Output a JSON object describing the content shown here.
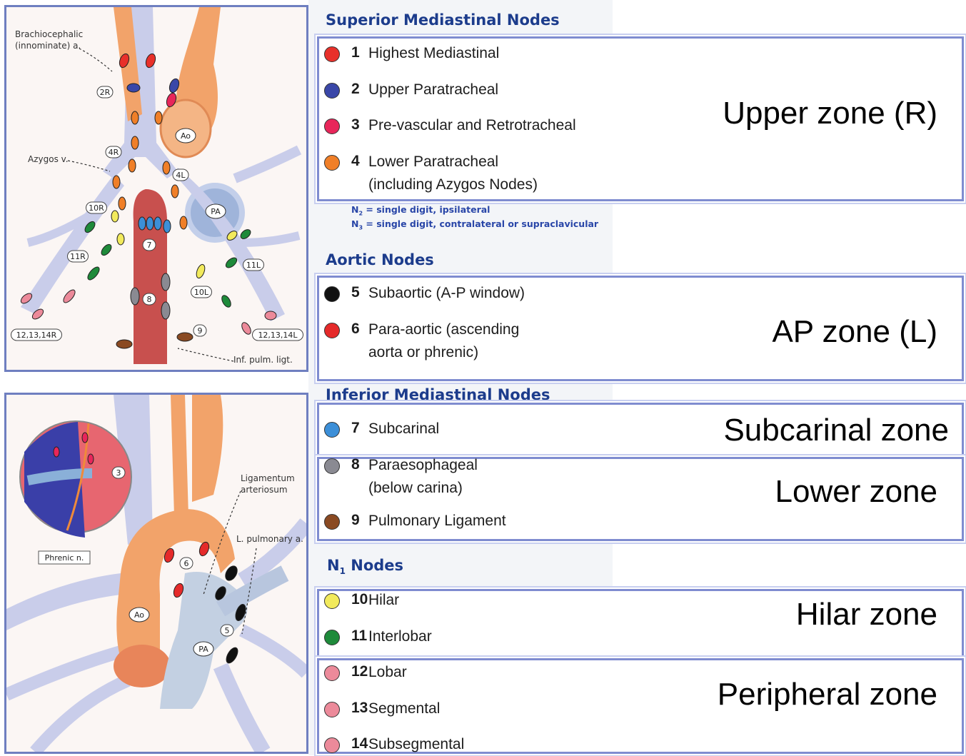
{
  "sections": {
    "superior": "Superior Mediastinal Nodes",
    "aortic": "Aortic Nodes",
    "inferior": "Inferior Mediastinal Nodes",
    "n1_prefix": "N",
    "n1_sub": "1",
    "n1_suffix": " Nodes"
  },
  "notes": {
    "n2_prefix": "N",
    "n2_sub": "2",
    "n2_text": " = single digit, ipsilateral",
    "n3_prefix": "N",
    "n3_sub": "3",
    "n3_text": " = single digit, contralateral or supraclavicular"
  },
  "zones": {
    "upper": "Upper zone (R)",
    "ap": "AP zone (L)",
    "subcarinal": "Subcarinal zone",
    "lower": "Lower zone",
    "hilar": "Hilar zone",
    "peripheral": "Peripheral zone"
  },
  "stations": [
    {
      "num": "1",
      "label": "Highest Mediastinal",
      "color": "#e8302a"
    },
    {
      "num": "2",
      "label": "Upper Paratracheal",
      "color": "#3a47a8"
    },
    {
      "num": "3",
      "label": "Pre-vascular and Retrotracheal",
      "color": "#e8265a"
    },
    {
      "num": "4",
      "label": "Lower Paratracheal\n(including Azygos Nodes)",
      "color": "#f07f28"
    },
    {
      "num": "5",
      "label": "Subaortic (A-P window)",
      "color": "#111111"
    },
    {
      "num": "6",
      "label": "Para-aortic (ascending\naorta or phrenic)",
      "color": "#e52a2a"
    },
    {
      "num": "7",
      "label": "Subcarinal",
      "color": "#3c8fd8"
    },
    {
      "num": "8",
      "label": "Paraesophageal\n(below carina)",
      "color": "#8a8a92"
    },
    {
      "num": "9",
      "label": "Pulmonary Ligament",
      "color": "#8a4a22"
    },
    {
      "num": "10",
      "label": "Hilar",
      "color": "#f2ea5c"
    },
    {
      "num": "11",
      "label": "Interlobar",
      "color": "#1e8a3a"
    },
    {
      "num": "12",
      "label": "Lobar",
      "color": "#ec8a9a"
    },
    {
      "num": "13",
      "label": "Segmental",
      "color": "#ec8a9a"
    },
    {
      "num": "14",
      "label": "Subsegmental",
      "color": "#ec8a9a"
    }
  ],
  "top_diagram": {
    "brachio": "Brachiocephalic",
    "brachio2": "(innominate) a.",
    "azygos": "Azygos v.",
    "infpulm": "Inf. pulm. ligt.",
    "ao": "Ao",
    "pa": "PA",
    "tags": [
      "2R",
      "4R",
      "4L",
      "10R",
      "7",
      "11R",
      "11L",
      "8",
      "10L",
      "9",
      "12,13,14R",
      "12,13,14L"
    ]
  },
  "bottom_diagram": {
    "ligamentum": "Ligamentum",
    "arteriosum": "arteriosum",
    "lpulm": "L. pulmonary a.",
    "phrenic": "Phrenic n.",
    "ao": "Ao",
    "pa": "PA",
    "tags": [
      "3",
      "6",
      "5"
    ]
  }
}
